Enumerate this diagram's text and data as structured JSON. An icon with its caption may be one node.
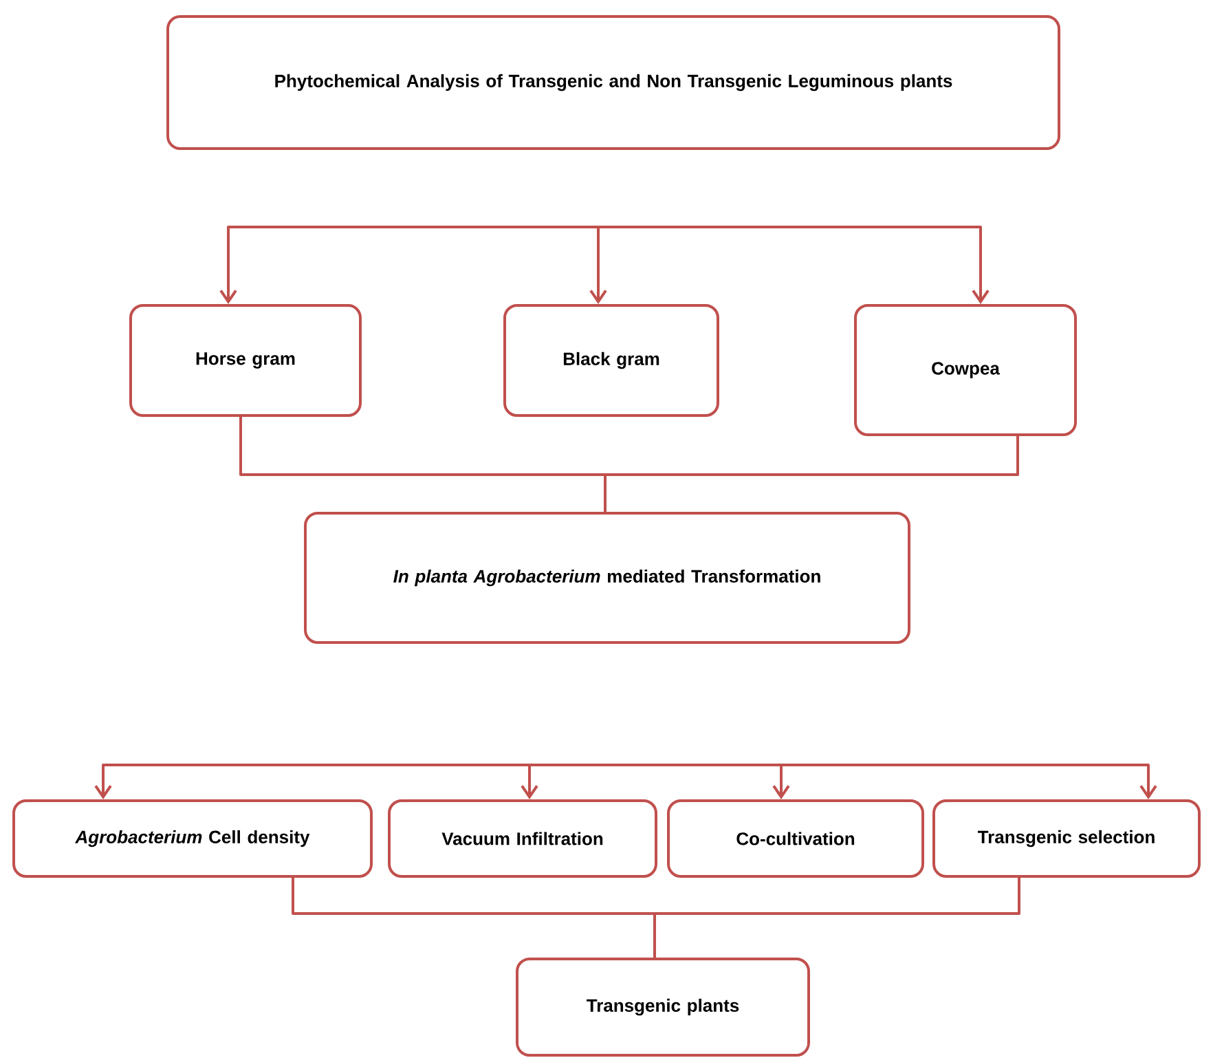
{
  "diagram": {
    "nodes": [
      {
        "text": [
          "Phytochemical Analysis of Transgenic and Non Transgenic Leguminous plants"
        ]
      },
      {
        "text": [
          "Horse gram"
        ]
      },
      {
        "text": [
          "Black gram"
        ]
      },
      {
        "text": [
          "Cowpea"
        ]
      },
      {
        "text": [
          "*In planta Agrobacterium* mediated Transformation"
        ]
      },
      {
        "text": [
          "*Agrobacterium* Cell density"
        ]
      },
      {
        "text": [
          "Vacuum Infiltration"
        ]
      },
      {
        "text": [
          "Co-cultivation"
        ]
      },
      {
        "text": [
          "Transgenic selection"
        ]
      },
      {
        "text": [
          "Transgenic plants"
        ]
      }
    ],
    "edges": [
      {
        "from": null,
        "to": 1,
        "arrow": "to"
      },
      {
        "from": null,
        "to": 2,
        "arrow": "to"
      },
      {
        "from": null,
        "to": 3,
        "arrow": "to"
      },
      {
        "from": 1,
        "to": 4,
        "arrow": "none"
      },
      {
        "from": 3,
        "to": 4,
        "arrow": "none"
      },
      {
        "from": null,
        "to": 5,
        "arrow": "to"
      },
      {
        "from": null,
        "to": 6,
        "arrow": "to"
      },
      {
        "from": null,
        "to": 7,
        "arrow": "to"
      },
      {
        "from": null,
        "to": 8,
        "arrow": "to"
      },
      {
        "from": 5,
        "to": 9,
        "arrow": "none"
      },
      {
        "from": 8,
        "to": 9,
        "arrow": "none"
      }
    ]
  }
}
